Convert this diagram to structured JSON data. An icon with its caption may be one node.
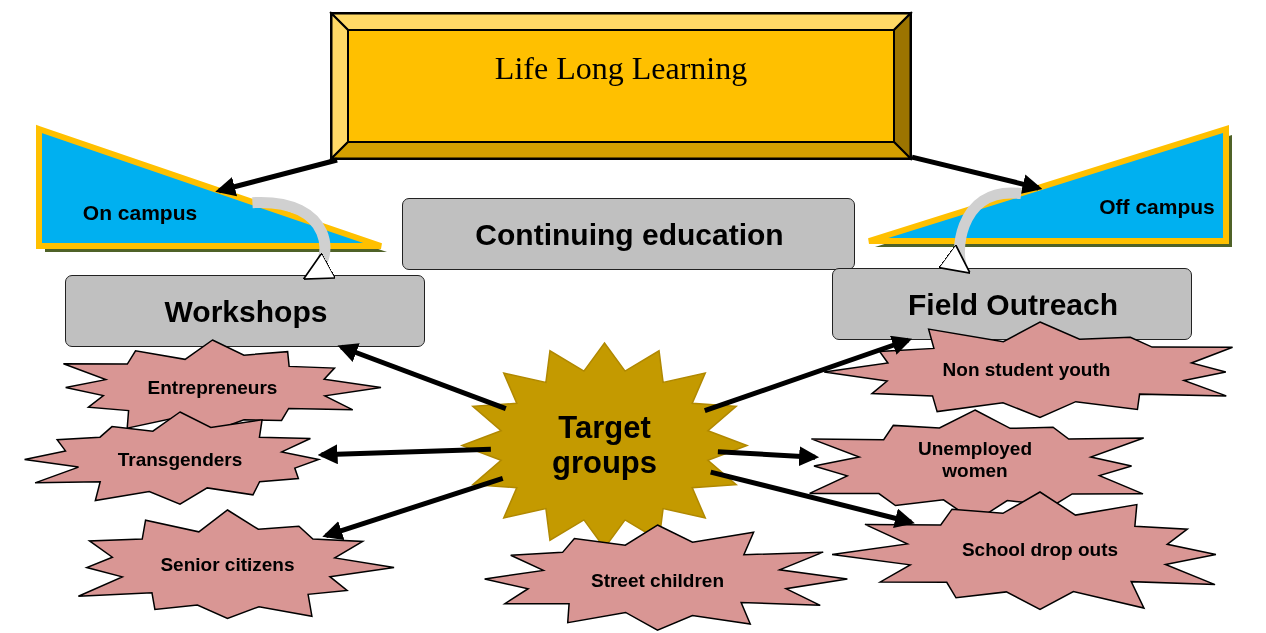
{
  "diagram": {
    "nodes": [
      {
        "text": [
          "Life Long Learning"
        ]
      },
      {
        "text": [
          "On campus"
        ]
      },
      {
        "text": [
          "Continuing education"
        ]
      },
      {
        "text": [
          "Off campus"
        ]
      },
      {
        "text": [
          "Workshops"
        ]
      },
      {
        "text": [
          "Field Outreach"
        ]
      },
      {
        "text": [
          "Entrepreneurs"
        ]
      },
      {
        "text": [
          "Transgenders"
        ]
      },
      {
        "text": [
          "Senior citizens"
        ]
      },
      {
        "text": [
          "Target groups"
        ]
      },
      {
        "text": [
          "Street children"
        ]
      },
      {
        "text": [
          "Non student youth"
        ]
      },
      {
        "text": [
          "Unemployed women"
        ]
      },
      {
        "text": [
          "School drop outs"
        ]
      }
    ],
    "edges": [
      {
        "from": 0,
        "to": 1,
        "arrow": "to"
      },
      {
        "from": 0,
        "to": 3,
        "arrow": "to"
      },
      {
        "from": 1,
        "to": 4,
        "arrow": "to",
        "style": "thick",
        "color": "#d0d0d0"
      },
      {
        "from": 3,
        "to": 5,
        "arrow": "to",
        "style": "thick",
        "color": "#d0d0d0"
      },
      {
        "from": 9,
        "to": 4,
        "arrow": "to"
      },
      {
        "from": 9,
        "to": 7,
        "arrow": "to"
      },
      {
        "from": 9,
        "to": 8,
        "arrow": "to"
      },
      {
        "from": 9,
        "to": 5,
        "arrow": "to"
      },
      {
        "from": 9,
        "to": 12,
        "arrow": "to"
      },
      {
        "from": 9,
        "to": 13,
        "arrow": "to"
      }
    ]
  }
}
